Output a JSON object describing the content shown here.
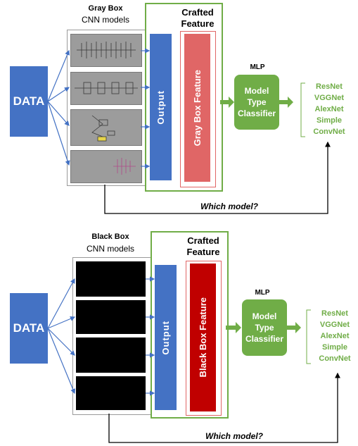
{
  "gray": {
    "title_bold": "Gray Box",
    "title_sub": "CNN models",
    "crafted_line1": "Crafted",
    "crafted_line2": "Feature",
    "data_label": "DATA",
    "output_label": "Output",
    "feature_label": "Gray Box Feature",
    "mlp_label": "MLP",
    "classifier_line1": "Model",
    "classifier_line2": "Type",
    "classifier_line3": "Classifier",
    "classes": [
      "ResNet",
      "VGGNet",
      "AlexNet",
      "Simple",
      "ConvNet"
    ],
    "question": "Which model?"
  },
  "black": {
    "title_bold": "Black Box",
    "title_sub": "CNN models",
    "crafted_line1": "Crafted",
    "crafted_line2": "Feature",
    "data_label": "DATA",
    "output_label": "Output",
    "feature_label": "Black Box Feature",
    "mlp_label": "MLP",
    "classifier_line1": "Model",
    "classifier_line2": "Type",
    "classifier_line3": "Classifier",
    "classes": [
      "ResNet",
      "VGGNet",
      "AlexNet",
      "Simple",
      "ConvNet"
    ],
    "question": "Which model?"
  },
  "colors": {
    "blue": "#4472c4",
    "green": "#70ad47",
    "gray_feature": "#e06666",
    "black_feature": "#c00000"
  }
}
